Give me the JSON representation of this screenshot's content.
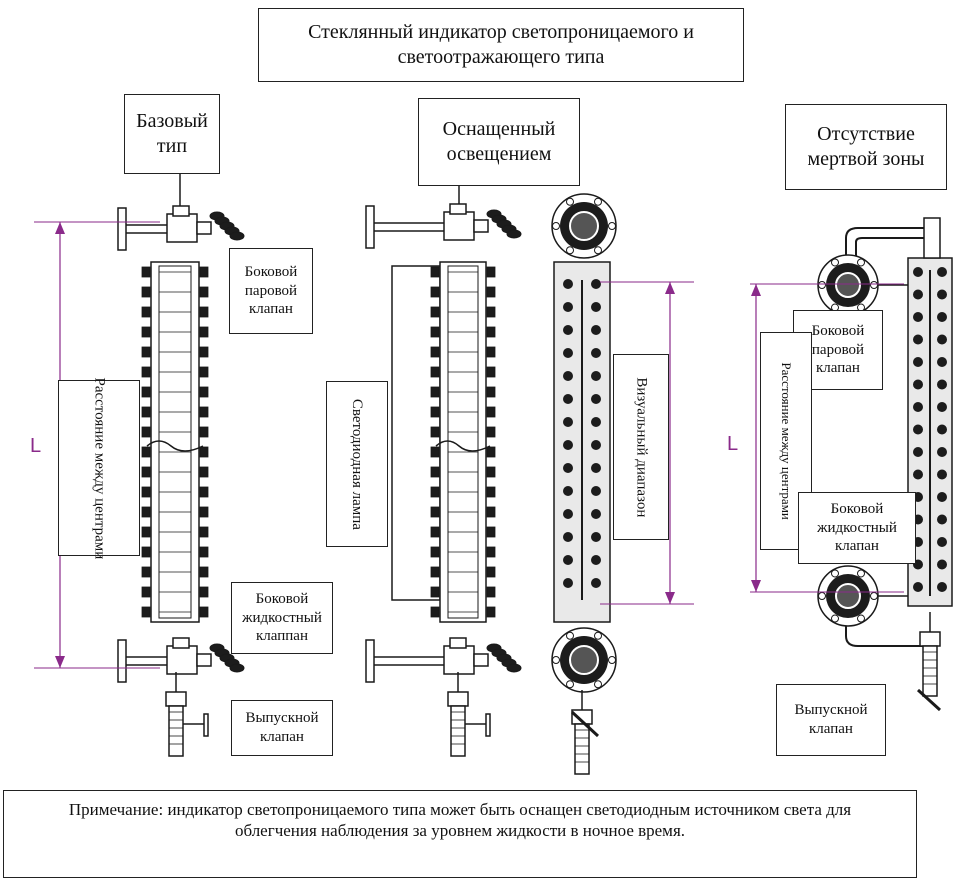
{
  "title": "Стеклянный индикатор светопроницаемого и\nсветоотражающего типа",
  "types": {
    "basic": "Базовый\nтип",
    "lit": "Оснащенный\nосвещением",
    "nodead": "Отсутствие\nмертвой зоны"
  },
  "labels": {
    "side_steam_valve": "Боковой\nпаровой\nклапан",
    "side_liquid_valve": "Боковой\nжидкостный\nклаппан",
    "drain_valve": "Выпускной\nклапан",
    "center_distance": "Расстояние между центрами",
    "led_lamp": "Светодиодная лампа",
    "visual_range": "Визуальный  диапазон",
    "nd_side_steam_valve": "Боковой\nпаровой\nклапан",
    "nd_side_liquid_valve": "Боковой\nжидкостный\nклапан",
    "nd_center_distance": "Расстояние между центрами",
    "nd_drain_valve": "Выпускной\nклапан",
    "dim_symbol_left": "L",
    "dim_symbol_right": "L"
  },
  "note": "Примечание: индикатор светопроницаемого типа может быть оснащен светодиодным источником света для облегчения наблюдения за уровнем жидкости в ночное время.",
  "colors": {
    "dimension": "#8a2a8a",
    "line": "#1a1a1a",
    "body_fill": "#e9e9e9",
    "bolt": "#1c1c1c"
  }
}
